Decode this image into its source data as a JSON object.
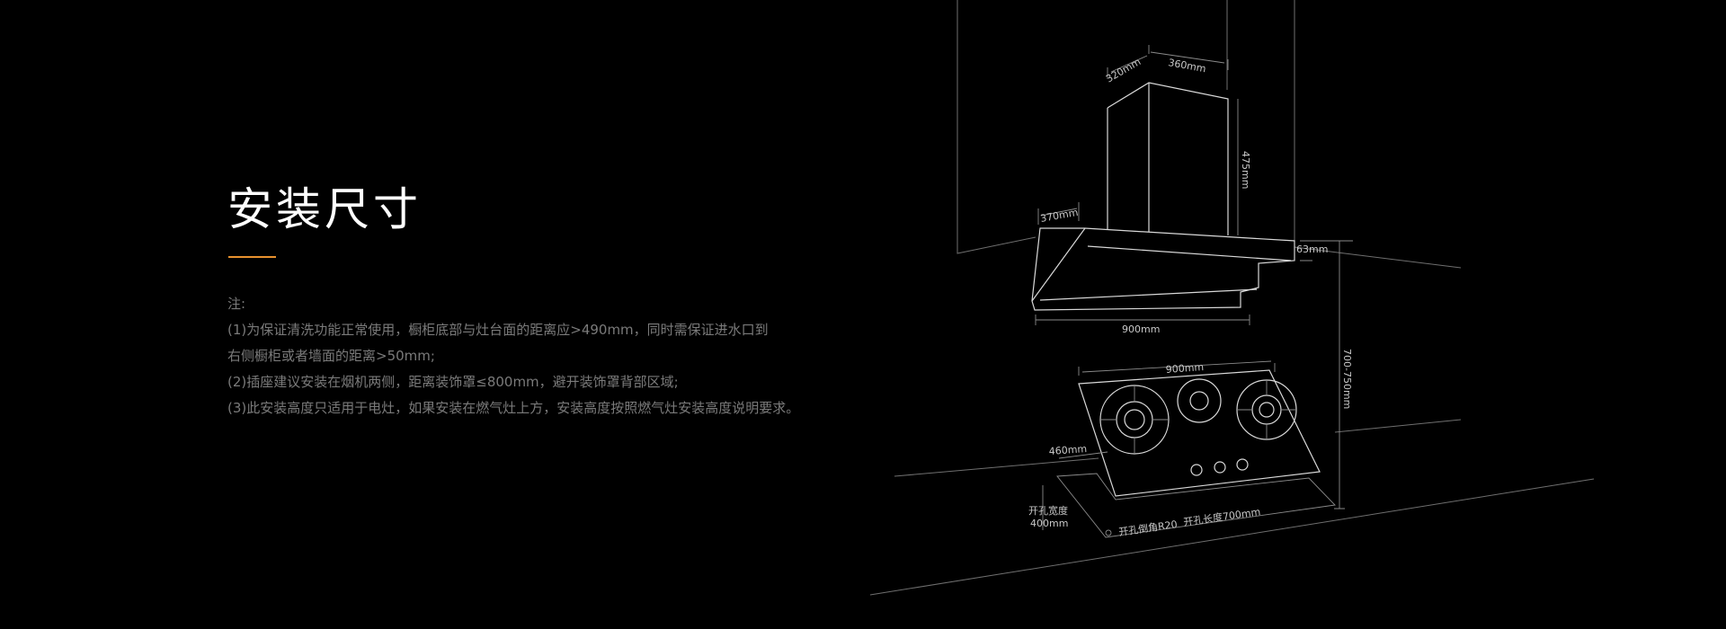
{
  "heading": {
    "title": "安装尺寸"
  },
  "colors": {
    "background": "#000000",
    "accent": "#e8912e",
    "note_text": "#7a7a7a",
    "line": "#d9d9d9"
  },
  "notes": {
    "label": "注:",
    "lines": [
      "(1)为保证清洗功能正常使用，橱柜底部与灶台面的距离应>490mm，同时需保证进水口到",
      "右侧橱柜或者墙面的距离>50mm;",
      "(2)插座建议安装在烟机两侧，距离装饰罩≤800mm，避开装饰罩背部区域;",
      "(3)此安装高度只适用于电灶，如果安装在燃气灶上方，安装高度按照燃气灶安装高度说明要求。"
    ]
  },
  "dimensions": {
    "cover_depth": "320mm",
    "cover_width": "360mm",
    "cover_height": "475mm",
    "hood_depth": "370mm",
    "hood_thickness": "63mm",
    "hood_width": "900mm",
    "stove_width": "900mm",
    "install_height": "700-750mm",
    "stove_depth": "460mm",
    "cutout_width_label": "开孔宽度",
    "cutout_width_value": "400mm",
    "cutout_corner": "开孔倒角R20",
    "cutout_length": "开孔长度700mm"
  }
}
